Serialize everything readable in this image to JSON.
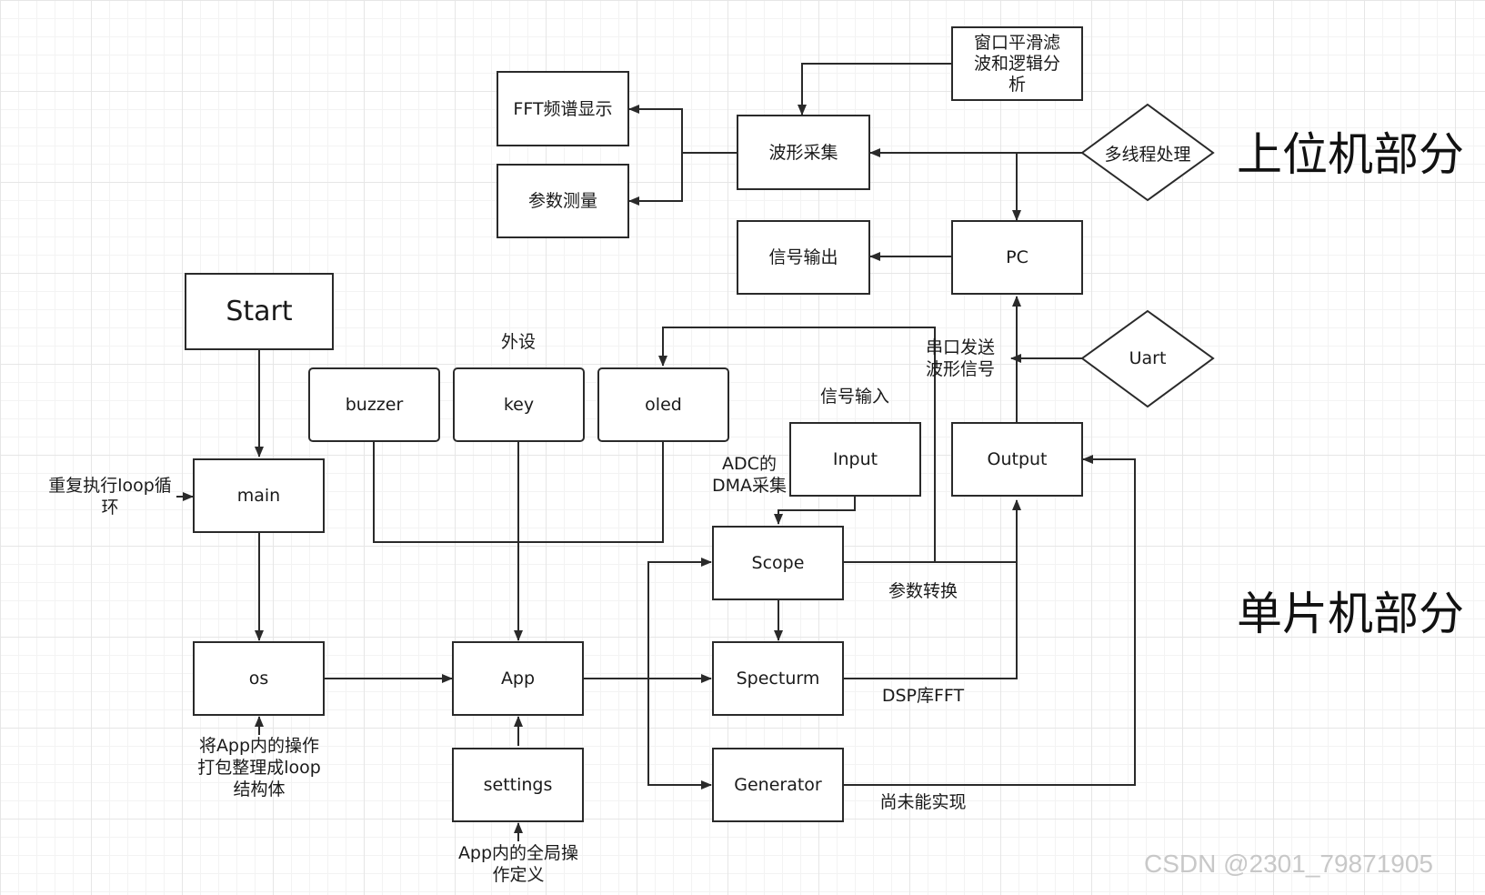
{
  "nodes": {
    "fft": "FFT频谱显示",
    "param_measure": "参数测量",
    "wave_capture": "波形采集",
    "window_filter": "窗口平滑滤\n波和逻辑分\n析",
    "multithread": "多线程处理",
    "signal_out": "信号输出",
    "pc": "PC",
    "start": "Start",
    "buzzer": "buzzer",
    "key": "key",
    "oled": "oled",
    "uart": "Uart",
    "main": "main",
    "input": "Input",
    "output": "Output",
    "scope": "Scope",
    "os": "os",
    "app": "App",
    "spectrum": "Specturm",
    "settings": "settings",
    "generator": "Generator"
  },
  "labels": {
    "peripherals": "外设",
    "signal_in": "信号输入",
    "uart_send": "串口发送\n波形信号",
    "adc_dma": "ADC的\nDMA采集",
    "repeat_loop": "重复执行loop循\n环",
    "param_convert": "参数转换",
    "dsp_fft": "DSP库FFT",
    "pack_loop": "将App内的操作\n打包整理成loop\n结构体",
    "global_ops": "App内的全局操\n作定义",
    "not_implemented": "尚未能实现"
  },
  "sections": {
    "host": "上位机部分",
    "mcu": "单片机部分"
  },
  "watermark": "CSDN @2301_79871905",
  "colors": {
    "stroke": "#2a2a2a",
    "grid_major": "#e6e6e6",
    "grid_minor": "#f3f3f3",
    "watermark": "#c8c8c8"
  }
}
